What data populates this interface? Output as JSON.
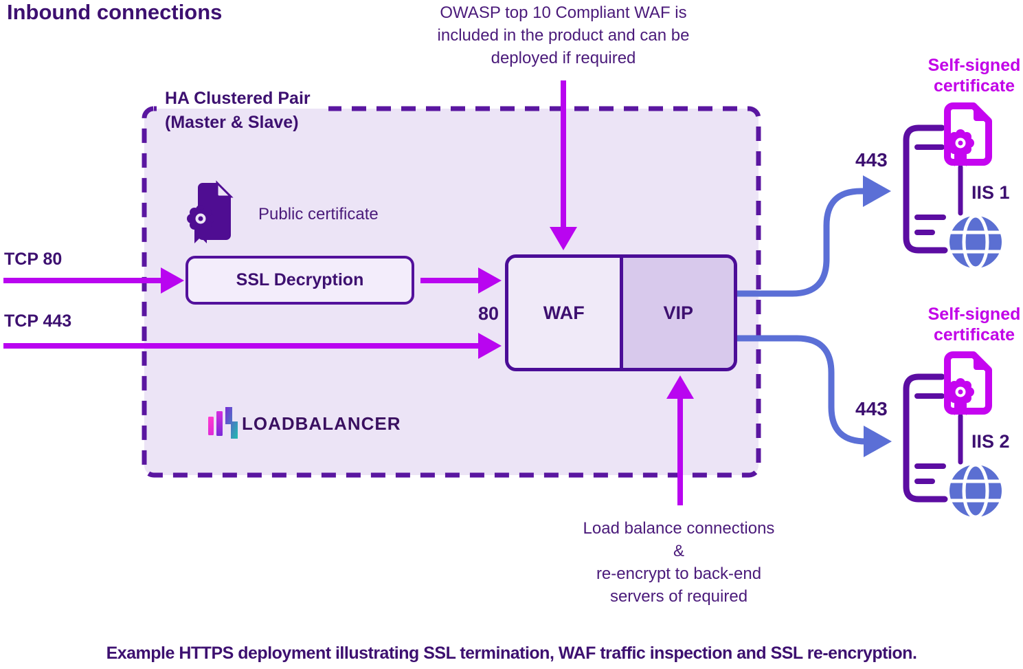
{
  "title": "Inbound connections",
  "caption": "Example HTTPS deployment illustrating SSL termination, WAF traffic inspection and SSL re-encryption.",
  "cluster": {
    "label": "HA Clustered Pair\n(Master & Slave)",
    "public_certificate_label": "Public certificate",
    "ssl_decryption_label": "SSL Decryption",
    "waf_label": "WAF",
    "vip_label": "VIP",
    "logo_text": "LOADBALANCER"
  },
  "inbound": {
    "tcp80_label": "TCP 80",
    "tcp443_label": "TCP 443",
    "port80_label": "80"
  },
  "annotations": {
    "owasp_note": "OWASP top 10 Compliant WAF is\nincluded in the product and can be\ndeployed if required",
    "load_balance_note": "Load balance connections\n&\nre-encrypt to back-end\nservers of required"
  },
  "servers": [
    {
      "cert_label": "Self-signed\ncertificate",
      "port": "443",
      "name": "IIS 1"
    },
    {
      "cert_label": "Self-signed\ncertificate",
      "port": "443",
      "name": "IIS 2"
    }
  ],
  "colors": {
    "dark_purple_text": "#3d1070",
    "dashed_border": "#5a16a0",
    "box_border": "#4b0d97",
    "cluster_fill": "#ece4f6",
    "waf_fill": "#f0eaf8",
    "vip_fill": "#d8c9ec",
    "magenta_arrow": "#b905f0",
    "cert_magenta": "#c505f0",
    "blue_arrow": "#5b6fd6"
  }
}
